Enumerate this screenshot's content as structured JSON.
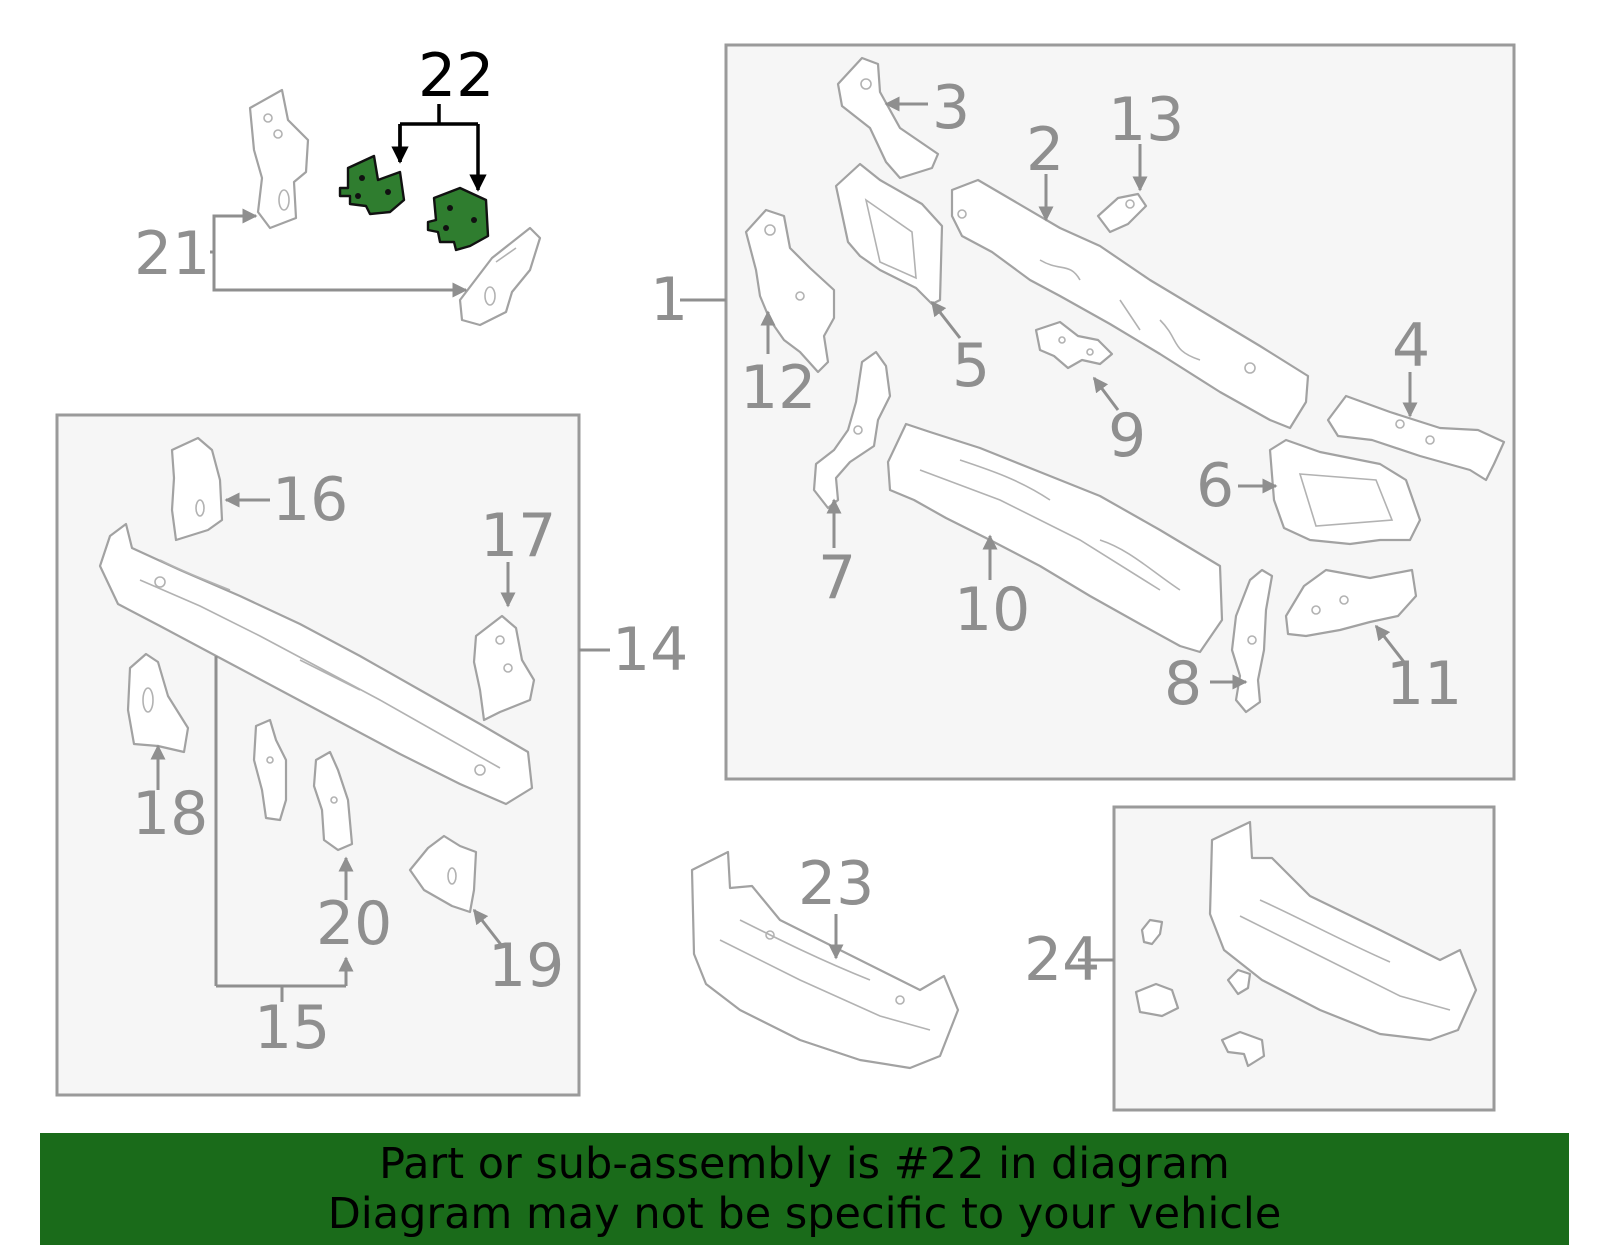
{
  "highlighted_part": "22",
  "callouts": {
    "c1": "1",
    "c2": "2",
    "c3": "3",
    "c4": "4",
    "c5": "5",
    "c6": "6",
    "c7": "7",
    "c8": "8",
    "c9": "9",
    "c10": "10",
    "c11": "11",
    "c12": "12",
    "c13": "13",
    "c14": "14",
    "c15": "15",
    "c16": "16",
    "c17": "17",
    "c18": "18",
    "c19": "19",
    "c20": "20",
    "c21": "21",
    "c22": "22",
    "c23": "23",
    "c24": "24"
  },
  "footer": {
    "line1": "Part or sub-assembly is #22 in diagram",
    "line2": "Diagram may not be specific to your vehicle"
  },
  "colors": {
    "highlight_fill": "#2f7d2f",
    "footer_bg": "#1a6b1a",
    "label_gray": "#8f8f8f",
    "box_fill": "#f6f6f6"
  }
}
